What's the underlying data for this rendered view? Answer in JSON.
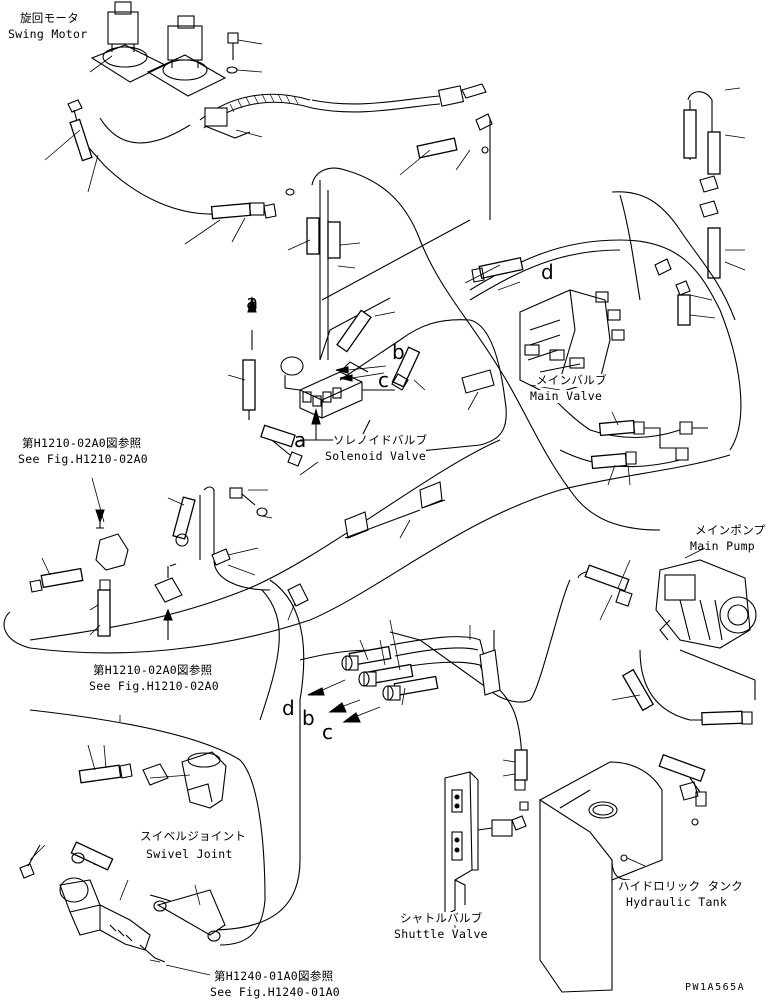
{
  "labels": {
    "swing_motor_jp": "旋回モータ",
    "swing_motor_en": "Swing Motor",
    "main_valve_jp": "メインバルブ",
    "main_valve_en": "Main Valve",
    "solenoid_valve_jp": "ソレノイドバルブ",
    "solenoid_valve_en": "Solenoid Valve",
    "main_pump_jp": "メインポンプ",
    "main_pump_en": "Main Pump",
    "ref_h1210_jp_1": "第H1210-02A0図参照",
    "ref_h1210_en_1": "See Fig.H1210-02A0",
    "ref_h1210_jp_2": "第H1210-02A0図参照",
    "ref_h1210_en_2": "See Fig.H1210-02A0",
    "swivel_joint_jp": "スイベルジョイント",
    "swivel_joint_en": "Swivel Joint",
    "hydraulic_tank_jp": "ハイドロリック タンク",
    "hydraulic_tank_en": "Hydraulic Tank",
    "shuttle_valve_jp": "シャトルバルブ",
    "shuttle_valve_en": "Shuttle Valve",
    "ref_h1240_jp": "第H1240-01A0図参照",
    "ref_h1240_en": "See Fig.H1240-01A0",
    "drawing_code": "PW1A565A"
  },
  "connection_letters": {
    "a_top": "a",
    "a_bottom": "a",
    "b_mid": "b",
    "c_mid": "c",
    "d_mid": "d",
    "d_low": "d",
    "b_low": "b",
    "c_low": "c"
  }
}
